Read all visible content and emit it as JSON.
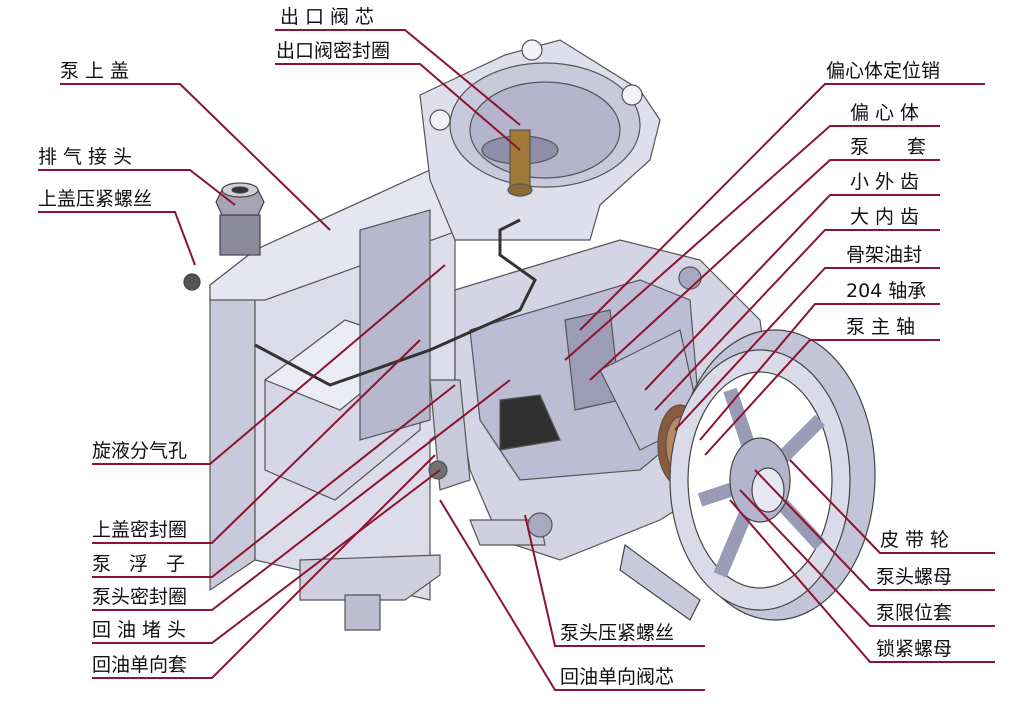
{
  "colors": {
    "leader": "#8b1430",
    "metal_light": "#e6e6f2",
    "metal_mid": "#c9c9dc",
    "metal_dark": "#9a9ab4",
    "gear_brown": "#8b5a3a"
  },
  "labels": {
    "outlet_valve_core": "出口阀芯",
    "outlet_valve_seal": "出口阀密封圈",
    "pump_top_cover": "泵上盖",
    "exhaust_fitting": "排气接头",
    "cover_clamp_screw": "上盖压紧螺丝",
    "eccentric_locating_pin": "偏心体定位销",
    "eccentric_body": "偏心体",
    "pump_sleeve": "泵套",
    "small_outer_gear": "小外齿",
    "big_inner_gear": "大内齿",
    "skeleton_oil_seal": "骨架油封",
    "bearing_204": "204 轴承",
    "pump_main_shaft": "泵主轴",
    "swirl_gas_hole": "旋液分气孔",
    "top_cover_seal": "上盖密封圈",
    "pump_float": "泵浮子",
    "pump_head_seal": "泵头密封圈",
    "return_oil_plug": "回油堵头",
    "return_check_sleeve": "回油单向套",
    "belt_pulley": "皮带轮",
    "pump_head_nut": "泵头螺母",
    "pump_limit_sleeve": "泵限位套",
    "lock_nut": "锁紧螺母",
    "pump_head_clamp_screw": "泵头压紧螺丝",
    "return_check_valve_core": "回油单向阀芯"
  }
}
